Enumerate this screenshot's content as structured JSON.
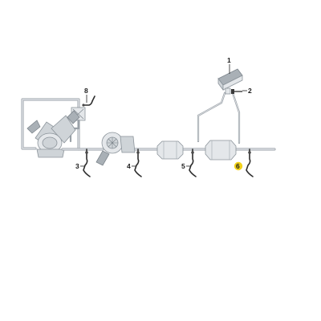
{
  "callouts": {
    "c1": "1",
    "c2": "2",
    "c3": "3",
    "c4": "4",
    "c5": "5",
    "c6": "6",
    "c8": "8"
  },
  "colors": {
    "pipe": "#a7adb3",
    "highlight": "#f2d21b"
  }
}
